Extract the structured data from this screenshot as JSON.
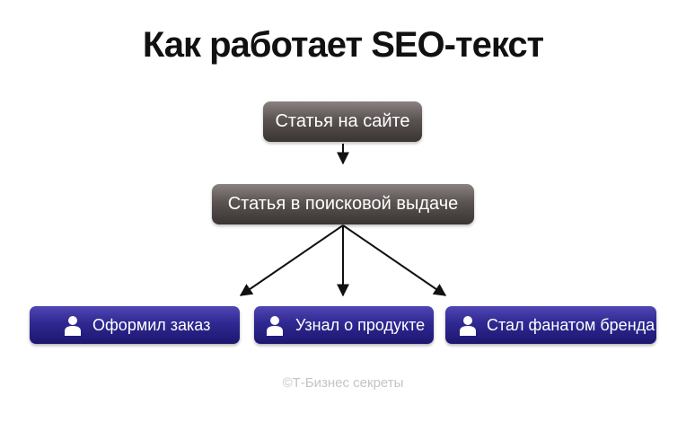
{
  "title": "Как работает SEO-текст",
  "nodes": {
    "top": "Статья на сайте",
    "middle": "Статья в поисковой выдаче"
  },
  "outcomes": [
    {
      "label": "Оформил заказ",
      "icon": "person-icon"
    },
    {
      "label": "Узнал о продукте",
      "icon": "person-icon"
    },
    {
      "label": "Стал фанатом бренда",
      "icon": "person-icon"
    }
  ],
  "footer": "©Т-Бизнес секреты",
  "colors": {
    "dark_node": "#5a5352",
    "blue_node": "#2f2891",
    "arrow": "#111111",
    "footer_text": "#c4c4c4"
  }
}
